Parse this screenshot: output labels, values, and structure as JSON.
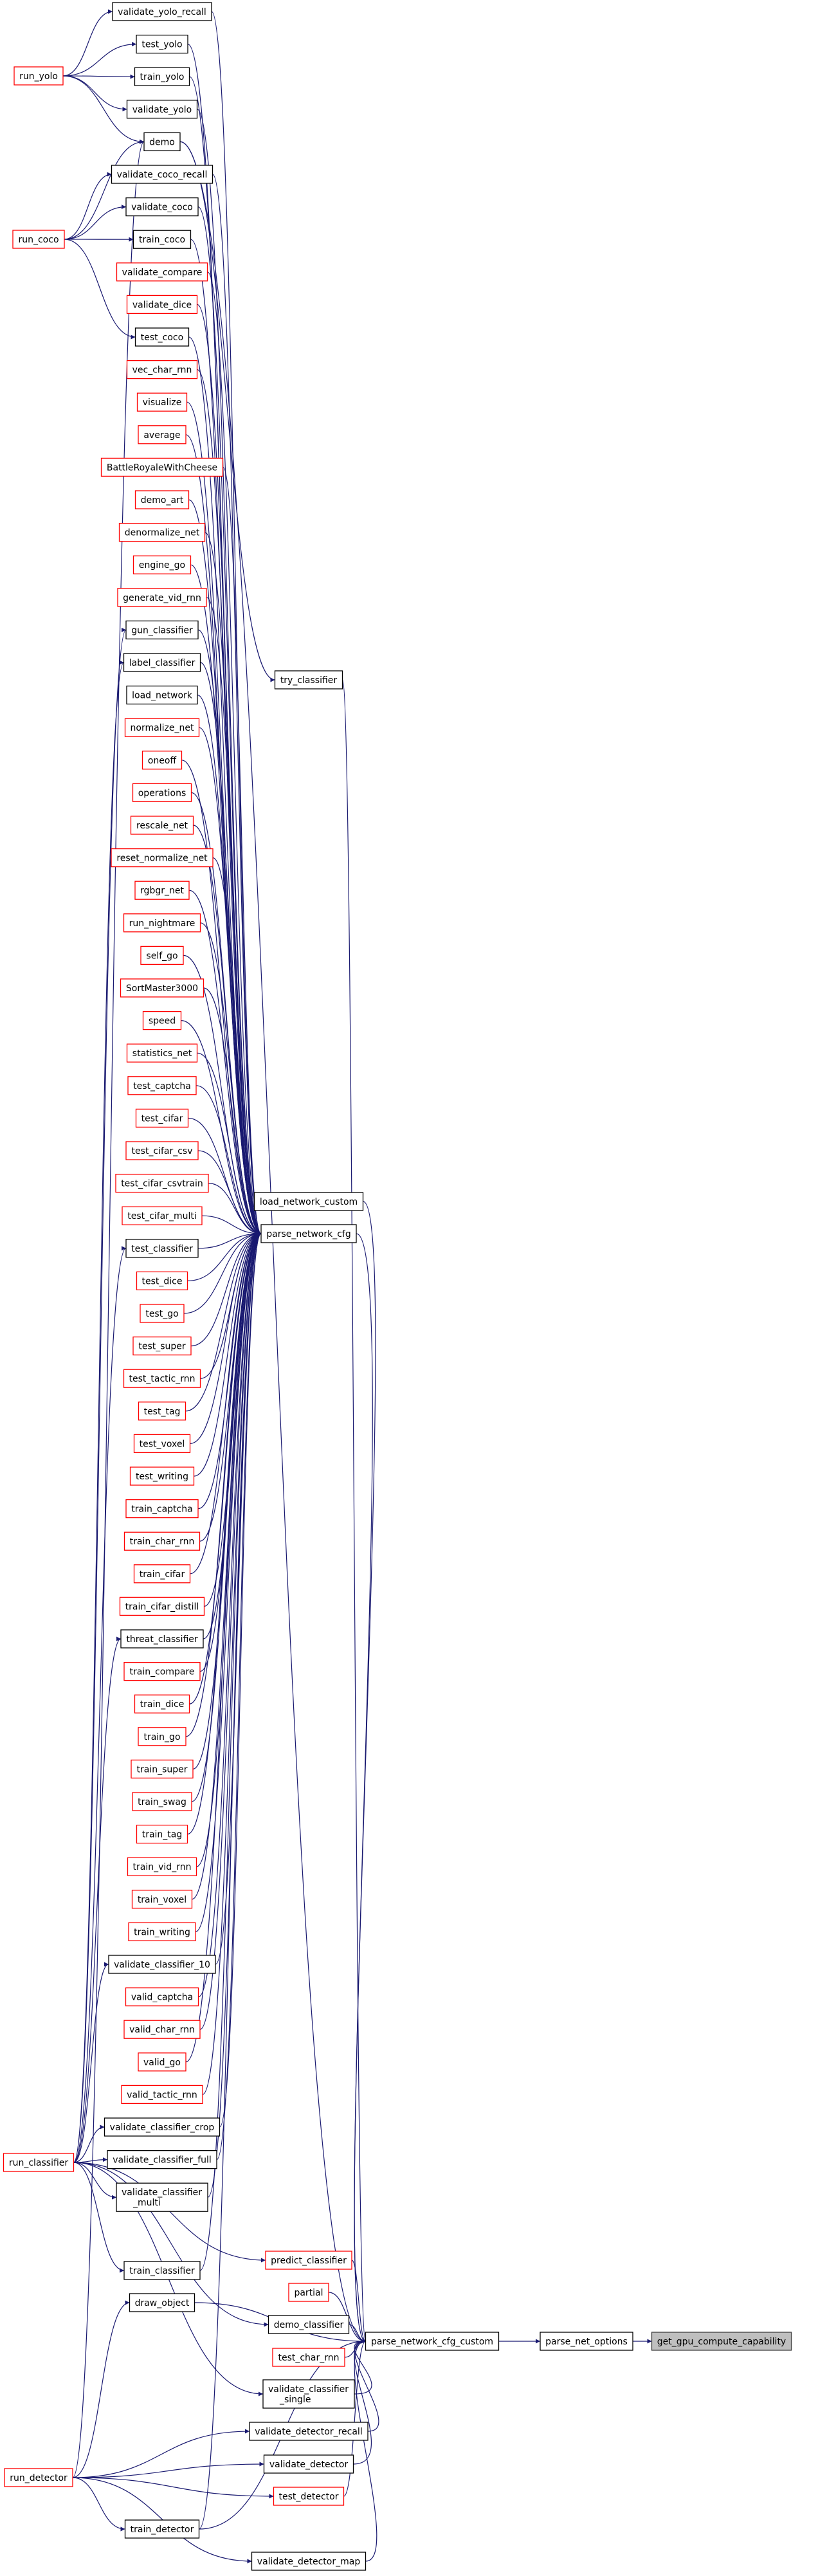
{
  "graph": {
    "colors": {
      "edge": "#191970",
      "node_fill": "#ffffff",
      "border_documented": "#000000",
      "border_undocumented": "#ff0000",
      "target_fill": "#bfbfbf",
      "target_border": "#404040"
    },
    "nodes": [
      {
        "id": "validate_yolo_recall",
        "label": "validate_yolo_recall",
        "border": "black"
      },
      {
        "id": "test_yolo",
        "label": "test_yolo",
        "border": "black"
      },
      {
        "id": "train_yolo",
        "label": "train_yolo",
        "border": "black"
      },
      {
        "id": "validate_yolo",
        "label": "validate_yolo",
        "border": "black"
      },
      {
        "id": "demo",
        "label": "demo",
        "border": "black"
      },
      {
        "id": "validate_coco_recall",
        "label": "validate_coco_recall",
        "border": "black"
      },
      {
        "id": "validate_coco",
        "label": "validate_coco",
        "border": "black"
      },
      {
        "id": "train_coco",
        "label": "train_coco",
        "border": "black"
      },
      {
        "id": "validate_compare",
        "label": "validate_compare",
        "border": "red"
      },
      {
        "id": "validate_dice",
        "label": "validate_dice",
        "border": "red"
      },
      {
        "id": "test_coco",
        "label": "test_coco",
        "border": "black"
      },
      {
        "id": "vec_char_rnn",
        "label": "vec_char_rnn",
        "border": "red"
      },
      {
        "id": "visualize",
        "label": "visualize",
        "border": "red"
      },
      {
        "id": "average",
        "label": "average",
        "border": "red"
      },
      {
        "id": "BattleRoyaleWithCheese",
        "label": "BattleRoyaleWithCheese",
        "border": "red"
      },
      {
        "id": "demo_art",
        "label": "demo_art",
        "border": "red"
      },
      {
        "id": "denormalize_net",
        "label": "denormalize_net",
        "border": "red"
      },
      {
        "id": "engine_go",
        "label": "engine_go",
        "border": "red"
      },
      {
        "id": "generate_vid_rnn",
        "label": "generate_vid_rnn",
        "border": "red"
      },
      {
        "id": "gun_classifier",
        "label": "gun_classifier",
        "border": "black"
      },
      {
        "id": "label_classifier",
        "label": "label_classifier",
        "border": "black"
      },
      {
        "id": "load_network",
        "label": "load_network",
        "border": "black"
      },
      {
        "id": "normalize_net",
        "label": "normalize_net",
        "border": "red"
      },
      {
        "id": "oneoff",
        "label": "oneoff",
        "border": "red"
      },
      {
        "id": "operations",
        "label": "operations",
        "border": "red"
      },
      {
        "id": "rescale_net",
        "label": "rescale_net",
        "border": "red"
      },
      {
        "id": "reset_normalize_net",
        "label": "reset_normalize_net",
        "border": "red"
      },
      {
        "id": "rgbgr_net",
        "label": "rgbgr_net",
        "border": "red"
      },
      {
        "id": "run_nightmare",
        "label": "run_nightmare",
        "border": "red"
      },
      {
        "id": "self_go",
        "label": "self_go",
        "border": "red"
      },
      {
        "id": "SortMaster3000",
        "label": "SortMaster3000",
        "border": "red"
      },
      {
        "id": "speed",
        "label": "speed",
        "border": "red"
      },
      {
        "id": "statistics_net",
        "label": "statistics_net",
        "border": "red"
      },
      {
        "id": "test_captcha",
        "label": "test_captcha",
        "border": "red"
      },
      {
        "id": "test_cifar",
        "label": "test_cifar",
        "border": "red"
      },
      {
        "id": "test_cifar_csv",
        "label": "test_cifar_csv",
        "border": "red"
      },
      {
        "id": "test_cifar_csvtrain",
        "label": "test_cifar_csvtrain",
        "border": "red"
      },
      {
        "id": "test_cifar_multi",
        "label": "test_cifar_multi",
        "border": "red"
      },
      {
        "id": "test_classifier",
        "label": "test_classifier",
        "border": "black"
      },
      {
        "id": "test_dice",
        "label": "test_dice",
        "border": "red"
      },
      {
        "id": "test_go",
        "label": "test_go",
        "border": "red"
      },
      {
        "id": "test_super",
        "label": "test_super",
        "border": "red"
      },
      {
        "id": "test_tactic_rnn",
        "label": "test_tactic_rnn",
        "border": "red"
      },
      {
        "id": "test_tag",
        "label": "test_tag",
        "border": "red"
      },
      {
        "id": "test_voxel",
        "label": "test_voxel",
        "border": "red"
      },
      {
        "id": "test_writing",
        "label": "test_writing",
        "border": "red"
      },
      {
        "id": "train_captcha",
        "label": "train_captcha",
        "border": "red"
      },
      {
        "id": "train_char_rnn",
        "label": "train_char_rnn",
        "border": "red"
      },
      {
        "id": "train_cifar",
        "label": "train_cifar",
        "border": "red"
      },
      {
        "id": "train_cifar_distill",
        "label": "train_cifar_distill",
        "border": "red"
      },
      {
        "id": "threat_classifier",
        "label": "threat_classifier",
        "border": "black"
      },
      {
        "id": "train_compare",
        "label": "train_compare",
        "border": "red"
      },
      {
        "id": "train_dice",
        "label": "train_dice",
        "border": "red"
      },
      {
        "id": "train_go",
        "label": "train_go",
        "border": "red"
      },
      {
        "id": "train_super",
        "label": "train_super",
        "border": "red"
      },
      {
        "id": "train_swag",
        "label": "train_swag",
        "border": "red"
      },
      {
        "id": "train_tag",
        "label": "train_tag",
        "border": "red"
      },
      {
        "id": "train_vid_rnn",
        "label": "train_vid_rnn",
        "border": "red"
      },
      {
        "id": "train_voxel",
        "label": "train_voxel",
        "border": "red"
      },
      {
        "id": "train_writing",
        "label": "train_writing",
        "border": "red"
      },
      {
        "id": "validate_classifier_10",
        "label": "validate_classifier_10",
        "border": "black"
      },
      {
        "id": "valid_captcha",
        "label": "valid_captcha",
        "border": "red"
      },
      {
        "id": "valid_char_rnn",
        "label": "valid_char_rnn",
        "border": "red"
      },
      {
        "id": "valid_go",
        "label": "valid_go",
        "border": "red"
      },
      {
        "id": "valid_tactic_rnn",
        "label": "valid_tactic_rnn",
        "border": "red"
      },
      {
        "id": "validate_classifier_crop",
        "label": "validate_classifier_crop",
        "border": "black"
      },
      {
        "id": "validate_classifier_full",
        "label": "validate_classifier_full",
        "border": "black"
      },
      {
        "id": "validate_classifier_multi",
        "label": "validate_classifier\n_multi",
        "border": "black"
      },
      {
        "id": "train_classifier",
        "label": "train_classifier",
        "border": "black"
      },
      {
        "id": "draw_object",
        "label": "draw_object",
        "border": "black"
      },
      {
        "id": "run_yolo",
        "label": "run_yolo",
        "border": "red"
      },
      {
        "id": "run_coco",
        "label": "run_coco",
        "border": "red"
      },
      {
        "id": "run_classifier",
        "label": "run_classifier",
        "border": "red"
      },
      {
        "id": "run_detector",
        "label": "run_detector",
        "border": "red"
      },
      {
        "id": "try_classifier",
        "label": "try_classifier",
        "border": "black"
      },
      {
        "id": "load_network_custom",
        "label": "load_network_custom",
        "border": "black"
      },
      {
        "id": "parse_network_cfg",
        "label": "parse_network_cfg",
        "border": "black"
      },
      {
        "id": "predict_classifier",
        "label": "predict_classifier",
        "border": "red"
      },
      {
        "id": "partial",
        "label": "partial",
        "border": "red"
      },
      {
        "id": "demo_classifier",
        "label": "demo_classifier",
        "border": "black"
      },
      {
        "id": "test_char_rnn",
        "label": "test_char_rnn",
        "border": "red"
      },
      {
        "id": "validate_classifier_single",
        "label": "validate_classifier\n_single",
        "border": "black"
      },
      {
        "id": "validate_detector_recall",
        "label": "validate_detector_recall",
        "border": "black"
      },
      {
        "id": "validate_detector",
        "label": "validate_detector",
        "border": "black"
      },
      {
        "id": "test_detector",
        "label": "test_detector",
        "border": "red"
      },
      {
        "id": "train_detector",
        "label": "train_detector",
        "border": "black"
      },
      {
        "id": "validate_detector_map",
        "label": "validate_detector_map",
        "border": "black"
      },
      {
        "id": "parse_network_cfg_custom",
        "label": "parse_network_cfg_custom",
        "border": "black"
      },
      {
        "id": "parse_net_options",
        "label": "parse_net_options",
        "border": "black"
      },
      {
        "id": "get_gpu_compute_capability",
        "label": "get_gpu_compute_capability",
        "border": "target"
      }
    ],
    "edges": [
      [
        "parse_net_options",
        "get_gpu_compute_capability"
      ],
      [
        "parse_network_cfg_custom",
        "parse_net_options"
      ],
      [
        "parse_network_cfg",
        "parse_network_cfg_custom"
      ],
      [
        "load_network_custom",
        "parse_network_cfg_custom"
      ],
      [
        "demo",
        "parse_network_cfg_custom"
      ],
      [
        "try_classifier",
        "parse_network_cfg_custom"
      ],
      [
        "predict_classifier",
        "parse_network_cfg_custom"
      ],
      [
        "partial",
        "parse_network_cfg_custom"
      ],
      [
        "demo_classifier",
        "parse_network_cfg_custom"
      ],
      [
        "test_char_rnn",
        "parse_network_cfg_custom"
      ],
      [
        "validate_classifier_single",
        "parse_network_cfg_custom"
      ],
      [
        "validate_detector_recall",
        "parse_network_cfg_custom"
      ],
      [
        "validate_detector",
        "parse_network_cfg_custom"
      ],
      [
        "test_detector",
        "parse_network_cfg_custom"
      ],
      [
        "train_detector",
        "parse_network_cfg_custom"
      ],
      [
        "validate_detector_map",
        "parse_network_cfg_custom"
      ],
      [
        "draw_object",
        "parse_network_cfg_custom"
      ],
      [
        "validate_yolo_recall",
        "parse_network_cfg"
      ],
      [
        "test_yolo",
        "parse_network_cfg"
      ],
      [
        "train_yolo",
        "parse_network_cfg"
      ],
      [
        "validate_yolo",
        "parse_network_cfg"
      ],
      [
        "validate_coco_recall",
        "parse_network_cfg"
      ],
      [
        "validate_coco",
        "parse_network_cfg"
      ],
      [
        "train_coco",
        "parse_network_cfg"
      ],
      [
        "validate_compare",
        "parse_network_cfg"
      ],
      [
        "validate_dice",
        "parse_network_cfg"
      ],
      [
        "test_coco",
        "parse_network_cfg"
      ],
      [
        "vec_char_rnn",
        "parse_network_cfg"
      ],
      [
        "visualize",
        "parse_network_cfg"
      ],
      [
        "average",
        "parse_network_cfg"
      ],
      [
        "BattleRoyaleWithCheese",
        "parse_network_cfg"
      ],
      [
        "demo_art",
        "parse_network_cfg"
      ],
      [
        "denormalize_net",
        "parse_network_cfg"
      ],
      [
        "engine_go",
        "parse_network_cfg"
      ],
      [
        "generate_vid_rnn",
        "parse_network_cfg"
      ],
      [
        "gun_classifier",
        "parse_network_cfg"
      ],
      [
        "label_classifier",
        "parse_network_cfg"
      ],
      [
        "load_network",
        "parse_network_cfg"
      ],
      [
        "normalize_net",
        "parse_network_cfg"
      ],
      [
        "oneoff",
        "parse_network_cfg"
      ],
      [
        "operations",
        "parse_network_cfg"
      ],
      [
        "rescale_net",
        "parse_network_cfg"
      ],
      [
        "reset_normalize_net",
        "parse_network_cfg"
      ],
      [
        "rgbgr_net",
        "parse_network_cfg"
      ],
      [
        "run_nightmare",
        "parse_network_cfg"
      ],
      [
        "self_go",
        "parse_network_cfg"
      ],
      [
        "SortMaster3000",
        "parse_network_cfg"
      ],
      [
        "speed",
        "parse_network_cfg"
      ],
      [
        "statistics_net",
        "parse_network_cfg"
      ],
      [
        "test_captcha",
        "parse_network_cfg"
      ],
      [
        "test_cifar",
        "parse_network_cfg"
      ],
      [
        "test_cifar_csv",
        "parse_network_cfg"
      ],
      [
        "test_cifar_csvtrain",
        "parse_network_cfg"
      ],
      [
        "test_cifar_multi",
        "parse_network_cfg"
      ],
      [
        "test_classifier",
        "parse_network_cfg"
      ],
      [
        "test_dice",
        "parse_network_cfg"
      ],
      [
        "test_go",
        "parse_network_cfg"
      ],
      [
        "test_super",
        "parse_network_cfg"
      ],
      [
        "test_tactic_rnn",
        "parse_network_cfg"
      ],
      [
        "test_tag",
        "parse_network_cfg"
      ],
      [
        "test_voxel",
        "parse_network_cfg"
      ],
      [
        "test_writing",
        "parse_network_cfg"
      ],
      [
        "train_captcha",
        "parse_network_cfg"
      ],
      [
        "train_char_rnn",
        "parse_network_cfg"
      ],
      [
        "train_cifar",
        "parse_network_cfg"
      ],
      [
        "train_cifar_distill",
        "parse_network_cfg"
      ],
      [
        "threat_classifier",
        "parse_network_cfg"
      ],
      [
        "train_compare",
        "parse_network_cfg"
      ],
      [
        "train_dice",
        "parse_network_cfg"
      ],
      [
        "train_go",
        "parse_network_cfg"
      ],
      [
        "train_super",
        "parse_network_cfg"
      ],
      [
        "train_swag",
        "parse_network_cfg"
      ],
      [
        "train_tag",
        "parse_network_cfg"
      ],
      [
        "train_vid_rnn",
        "parse_network_cfg"
      ],
      [
        "train_voxel",
        "parse_network_cfg"
      ],
      [
        "train_writing",
        "parse_network_cfg"
      ],
      [
        "validate_classifier_10",
        "parse_network_cfg"
      ],
      [
        "valid_captcha",
        "parse_network_cfg"
      ],
      [
        "valid_char_rnn",
        "parse_network_cfg"
      ],
      [
        "valid_go",
        "parse_network_cfg"
      ],
      [
        "valid_tactic_rnn",
        "parse_network_cfg"
      ],
      [
        "validate_classifier_crop",
        "parse_network_cfg"
      ],
      [
        "validate_classifier_full",
        "parse_network_cfg"
      ],
      [
        "validate_classifier_multi",
        "parse_network_cfg"
      ],
      [
        "train_classifier",
        "parse_network_cfg"
      ],
      [
        "train_detector",
        "parse_network_cfg"
      ],
      [
        "demo",
        "try_classifier"
      ],
      [
        "run_yolo",
        "validate_yolo_recall"
      ],
      [
        "run_yolo",
        "test_yolo"
      ],
      [
        "run_yolo",
        "train_yolo"
      ],
      [
        "run_yolo",
        "validate_yolo"
      ],
      [
        "run_yolo",
        "demo"
      ],
      [
        "run_coco",
        "demo"
      ],
      [
        "run_coco",
        "validate_coco_recall"
      ],
      [
        "run_coco",
        "validate_coco"
      ],
      [
        "run_coco",
        "train_coco"
      ],
      [
        "run_coco",
        "test_coco"
      ],
      [
        "run_classifier",
        "gun_classifier"
      ],
      [
        "run_classifier",
        "label_classifier"
      ],
      [
        "run_classifier",
        "test_classifier"
      ],
      [
        "run_classifier",
        "threat_classifier"
      ],
      [
        "run_classifier",
        "validate_classifier_10"
      ],
      [
        "run_classifier",
        "validate_classifier_crop"
      ],
      [
        "run_classifier",
        "validate_classifier_full"
      ],
      [
        "run_classifier",
        "validate_classifier_multi"
      ],
      [
        "run_classifier",
        "train_classifier"
      ],
      [
        "run_classifier",
        "demo_classifier"
      ],
      [
        "run_classifier",
        "validate_classifier_single"
      ],
      [
        "run_classifier",
        "predict_classifier"
      ],
      [
        "run_detector",
        "demo"
      ],
      [
        "run_detector",
        "draw_object"
      ],
      [
        "run_detector",
        "validate_detector_recall"
      ],
      [
        "run_detector",
        "validate_detector"
      ],
      [
        "run_detector",
        "test_detector"
      ],
      [
        "run_detector",
        "train_detector"
      ],
      [
        "run_detector",
        "validate_detector_map"
      ]
    ]
  }
}
